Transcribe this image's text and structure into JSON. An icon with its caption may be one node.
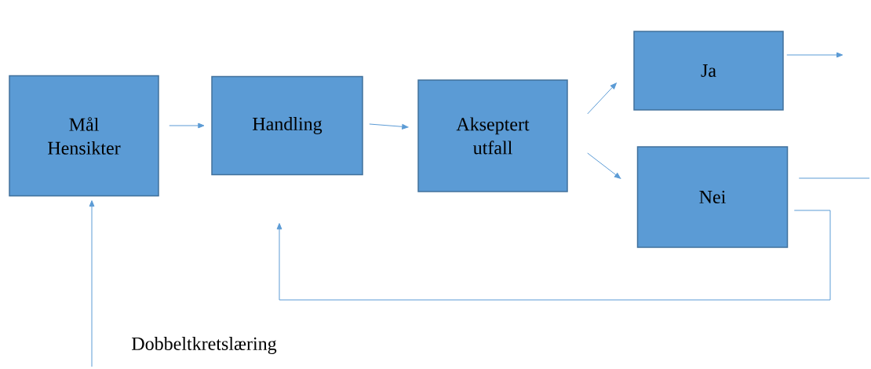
{
  "diagram": {
    "nodes": [
      {
        "text": [
          "Mål Hensikter"
        ]
      },
      {
        "text": [
          "Handling"
        ]
      },
      {
        "text": [
          "Akseptert utfall"
        ]
      },
      {
        "text": [
          "Ja"
        ]
      },
      {
        "text": [
          "Nei"
        ]
      }
    ],
    "edges": [
      {
        "from": 0,
        "to": 1,
        "arrow": "to"
      },
      {
        "from": 1,
        "to": 2,
        "arrow": "to"
      },
      {
        "from": 2,
        "to": 3,
        "arrow": "to"
      },
      {
        "from": 2,
        "to": 4,
        "arrow": "to"
      },
      {
        "from": 3,
        "to": null,
        "arrow": "to"
      },
      {
        "from": 4,
        "to": null,
        "arrow": "none"
      },
      {
        "from": 4,
        "to": 1,
        "arrow": "to"
      },
      {
        "from": null,
        "to": 0,
        "arrow": "to"
      }
    ],
    "labels": [
      "Dobbeltkretslæring"
    ]
  }
}
